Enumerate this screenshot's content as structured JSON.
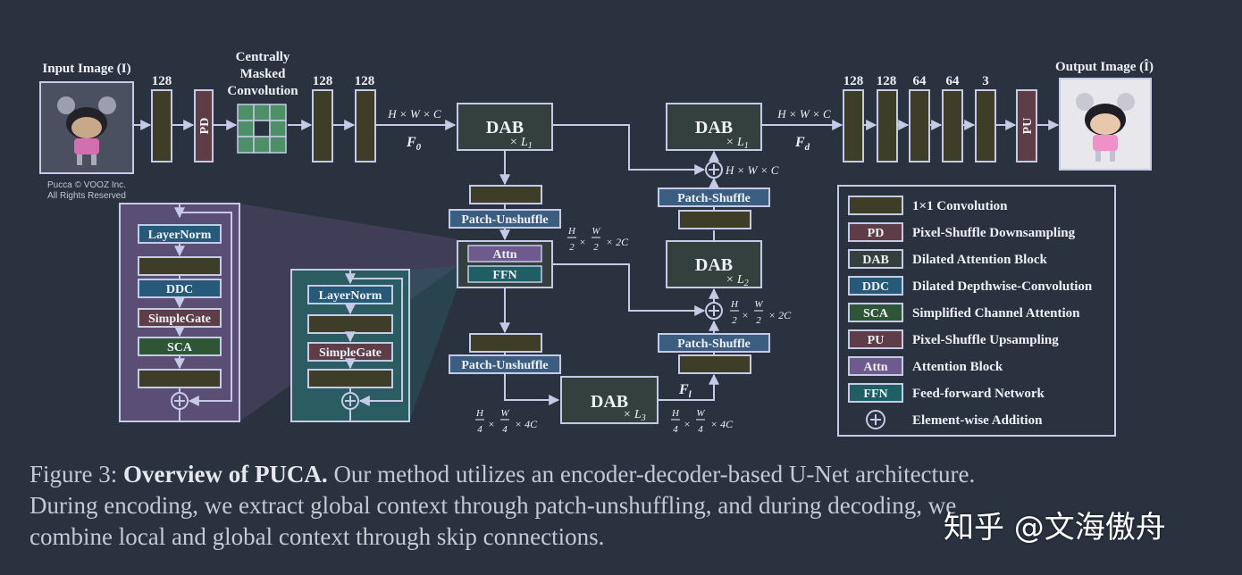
{
  "input": {
    "title": "Input Image (I)",
    "credit_1": "Pucca © VOOZ Inc.",
    "credit_2": "All Rights Reserved"
  },
  "output": {
    "title": "Output Image (Î)"
  },
  "encoder": {
    "ch_128_a": "128",
    "pd": "PD",
    "cmc_1": "Centrally",
    "cmc_2": "Masked",
    "cmc_3": "Convolution",
    "ch_128_b": "128",
    "ch_128_c": "128",
    "dim_hwc": "H × W × C",
    "f0": "F",
    "f0_sub": "0"
  },
  "dab_1": {
    "label": "DAB",
    "mult": "× L",
    "sub": "1"
  },
  "dab_1r": {
    "label": "DAB",
    "mult": "× L",
    "sub": "1"
  },
  "dab_2": {
    "label": "DAB",
    "mult": "× L",
    "sub": "2"
  },
  "dab_3": {
    "label": "DAB",
    "mult": "× L",
    "sub": "3"
  },
  "attn": "Attn",
  "ffn": "FFN",
  "unshuffle_1": "Patch-Unshuffle",
  "unshuffle_2": "Patch-Unshuffle",
  "shuffle_1": "Patch-Shuffle",
  "shuffle_2": "Patch-Shuffle",
  "dims": {
    "hwc_after": "H × W × C",
    "fd": "F",
    "fd_sub": "d",
    "half_2c_l": "× 2C",
    "half_2c_r": "× 2C",
    "quarter_4c_l": "× 4C",
    "quarter_4c_r": "× 4C",
    "fl": "F",
    "fl_sub": "l",
    "frac_h2": "H",
    "frac_w2": "W",
    "den_2": "2",
    "frac_h4": "H",
    "frac_w4": "W",
    "den_4": "4",
    "times": "×"
  },
  "decoder": {
    "ch_128_a": "128",
    "ch_128_b": "128",
    "ch_64_a": "64",
    "ch_64_b": "64",
    "ch_3": "3",
    "pu": "PU"
  },
  "detail_dab": {
    "layernorm": "LayerNorm",
    "ddc": "DDC",
    "simplegate": "SimpleGate",
    "sca": "SCA"
  },
  "detail_attn": {
    "layernorm": "LayerNorm",
    "simplegate": "SimpleGate"
  },
  "legend": [
    {
      "key": "",
      "label": "1×1 Convolution",
      "color": "#3d3d28"
    },
    {
      "key": "PD",
      "label": "Pixel-Shuffle Downsampling",
      "color": "#5e3d46"
    },
    {
      "key": "DAB",
      "label": "Dilated Attention Block",
      "color": "#34403e"
    },
    {
      "key": "DDC",
      "label": "Dilated Depthwise-Convolution",
      "color": "#275a78"
    },
    {
      "key": "SCA",
      "label": "Simplified Channel Attention",
      "color": "#2e5535"
    },
    {
      "key": "PU",
      "label": "Pixel-Shuffle Upsampling",
      "color": "#5e3d46"
    },
    {
      "key": "Attn",
      "label": "Attention Block",
      "color": "#6e5a8c"
    },
    {
      "key": "FFN",
      "label": "Feed-forward Network",
      "color": "#1f5f64"
    },
    {
      "key": "⊕",
      "label": "Element-wise Addition",
      "color": "none"
    }
  ],
  "caption": {
    "prefix": "Figure 3: ",
    "bold": "Overview of PUCA.",
    "line1_rest": " Our method utilizes an encoder-decoder-based U-Net architecture.",
    "line2": "During encoding, we extract global context through patch-unshuffling, and during decoding, we",
    "line3": "combine local and global context through skip connections."
  },
  "watermark": "知乎 @文海傲舟",
  "colors": {
    "background": "#2a3240",
    "stroke": "#c5cbe6",
    "conv": "#3d3d28",
    "pd": "#5e3d46",
    "dab": "#34403e",
    "shuffle": "#3b5d80",
    "ddc": "#275a78",
    "sca": "#2e5535",
    "attn": "#6e5a8c",
    "ffn": "#1f5f64",
    "mask_cell": "#4e8e68",
    "panel_purple": "#5a4e74",
    "panel_teal": "#2a5c62"
  }
}
